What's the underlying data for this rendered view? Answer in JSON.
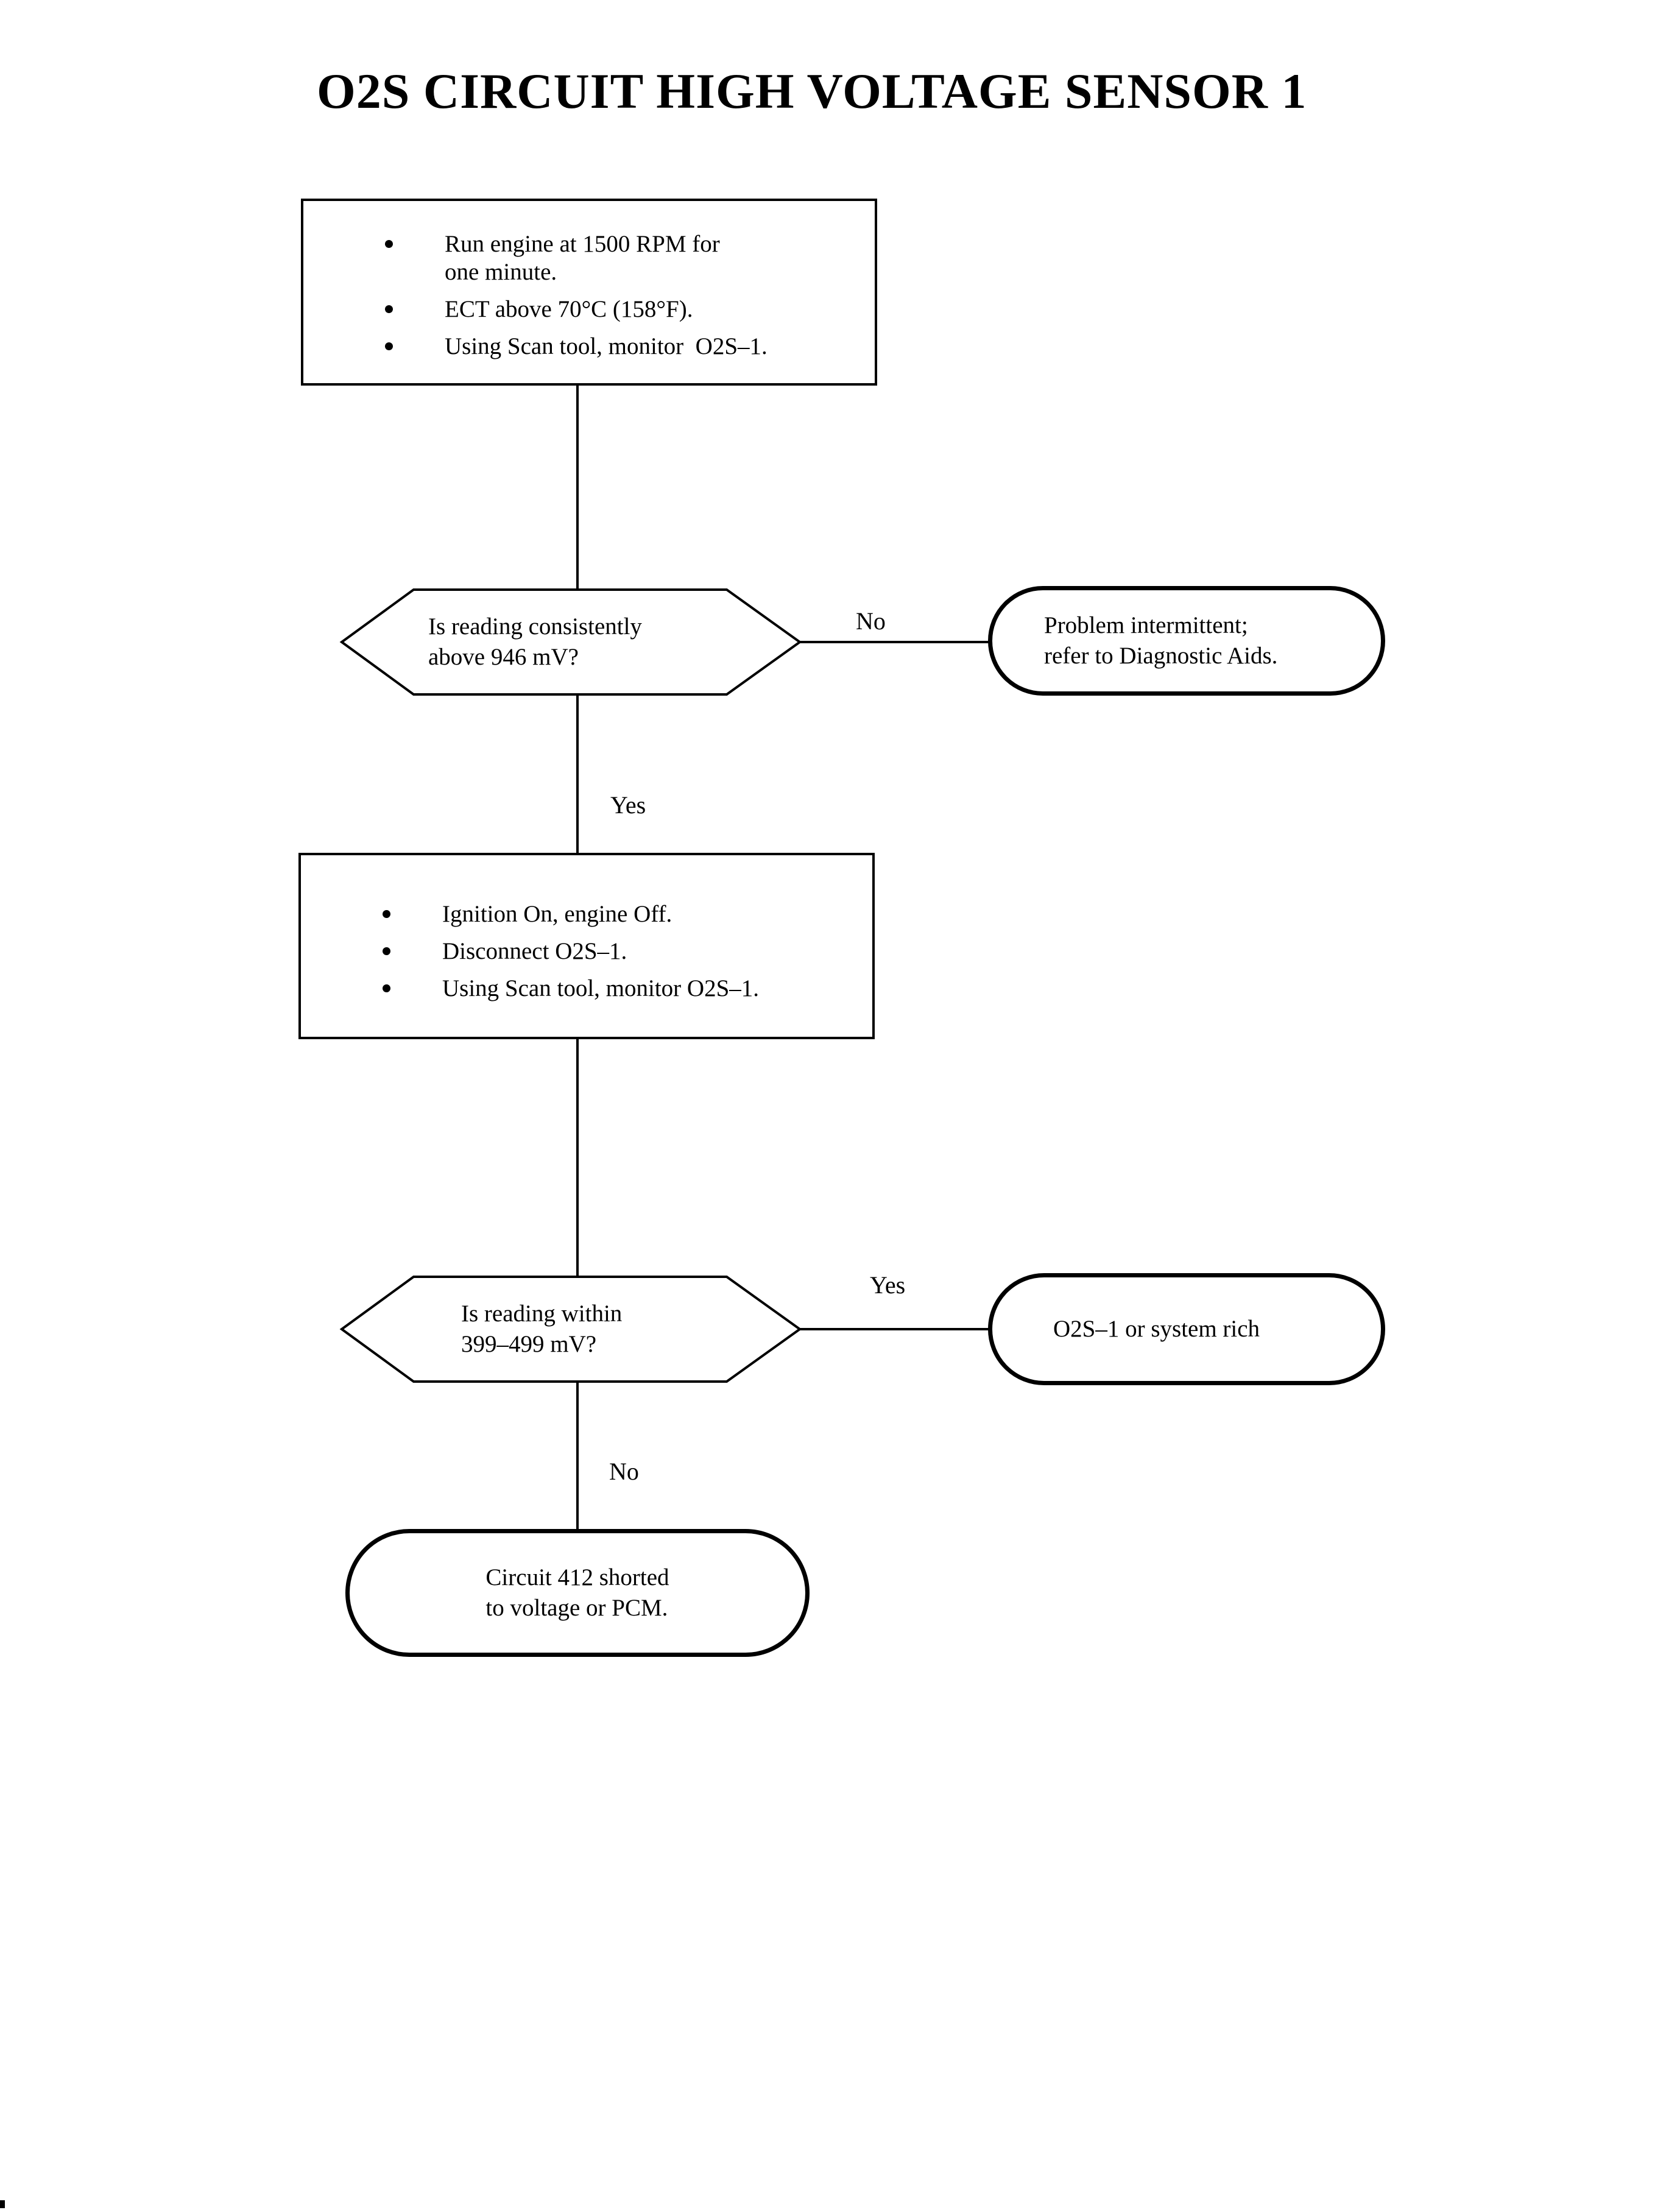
{
  "page": {
    "title": "O2S CIRCUIT HIGH VOLTAGE SENSOR 1"
  },
  "nodes": {
    "step1": {
      "type": "process",
      "bullets": [
        "Run engine at 1500 RPM for\none minute.",
        "ECT above 70°C (158°F).",
        "Using Scan tool, monitor  O2S–1."
      ]
    },
    "decision1": {
      "type": "decision",
      "question": "Is reading consistently\nabove 946 mV?"
    },
    "terminal_intermittent": {
      "type": "terminator",
      "text": "Problem intermittent;\nrefer to Diagnostic Aids."
    },
    "step2": {
      "type": "process",
      "bullets": [
        "Ignition On, engine Off.",
        "Disconnect O2S–1.",
        "Using Scan tool, monitor O2S–1."
      ]
    },
    "decision2": {
      "type": "decision",
      "question": "Is reading within\n399–499 mV?"
    },
    "terminal_rich": {
      "type": "terminator",
      "text": "O2S–1 or system rich"
    },
    "terminal_short": {
      "type": "terminator",
      "text": "Circuit 412 shorted\nto voltage or PCM."
    }
  },
  "labels": {
    "decision1_no": "No",
    "decision1_yes": "Yes",
    "decision2_yes": "Yes",
    "decision2_no": "No"
  }
}
